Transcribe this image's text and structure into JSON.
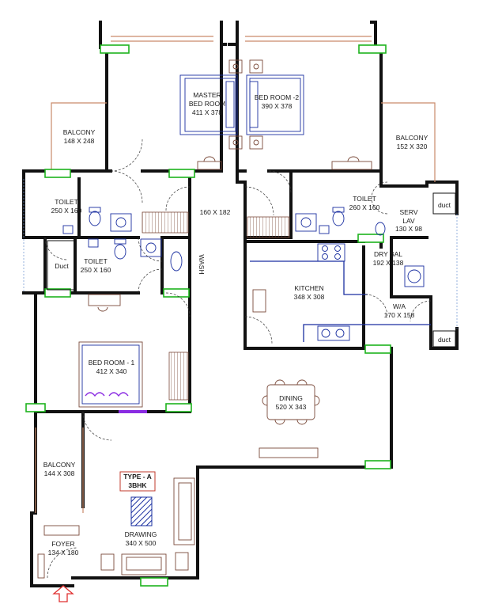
{
  "plan": {
    "type_title": "TYPE - A",
    "type_subtitle": "3BHK",
    "rooms": {
      "master_bed": {
        "name_l1": "MASTER",
        "name_l2": "BED ROOM",
        "dims": "411 X 378"
      },
      "bed2": {
        "name": "BED ROOM -2",
        "dims": "390 X 378"
      },
      "balcony_top_left": {
        "name": "BALCONY",
        "dims": "148 X 248"
      },
      "balcony_top_right": {
        "name": "BALCONY",
        "dims": "152 X 320"
      },
      "toilet_left": {
        "name": "TOILET",
        "dims": "250 X 160"
      },
      "toilet_mid": {
        "name": "TOILET",
        "dims": "250 X 160"
      },
      "toilet_right": {
        "name": "TOILET",
        "dims": "260 X 160"
      },
      "passage": {
        "dims": "160 X 182"
      },
      "wash": {
        "name": "WASH"
      },
      "duct_left": {
        "name": "Duct"
      },
      "duct_right_top": {
        "name": "duct"
      },
      "duct_right_bottom": {
        "name": "duct"
      },
      "serv_lav": {
        "name_l1": "SERV",
        "name_l2": "LAV",
        "dims": "130 X 98"
      },
      "dry_bal": {
        "name": "DRY BAL",
        "dims": "192 X 138"
      },
      "kitchen": {
        "name": "KITCHEN",
        "dims": "348 X 308"
      },
      "wa": {
        "name": "W/A",
        "dims": "170 X 158"
      },
      "bed1": {
        "name": "BED ROOM - 1",
        "dims": "412 X 340"
      },
      "dining": {
        "name": "DINING",
        "dims": "520 X 343"
      },
      "balcony_bottom": {
        "name": "BALCONY",
        "dims": "144 X 308"
      },
      "drawing": {
        "name": "DRAWING",
        "dims": "340 X 500"
      },
      "foyer": {
        "name": "FOYER",
        "dims": "134 X 180"
      }
    },
    "colors": {
      "wall": "#111111",
      "window": "#1db31d",
      "railing": "#c98a6a",
      "fixture": "#1a2fa0",
      "furniture": "#7a4a3a",
      "bed_linen": "#8a2be2",
      "entry_arrow": "#e03030"
    }
  }
}
